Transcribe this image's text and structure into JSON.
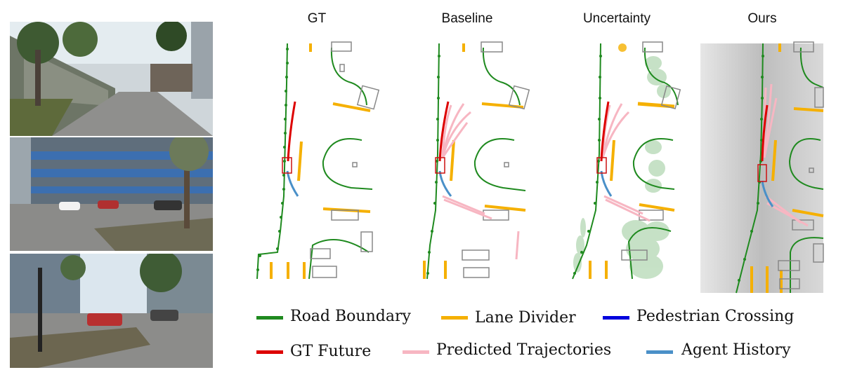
{
  "panels": {
    "gt": "GT",
    "baseline": "Baseline",
    "uncertainty": "Uncertainty",
    "ours": "Ours"
  },
  "legend": {
    "road_boundary": "Road Boundary",
    "lane_divider": "Lane Divider",
    "pedestrian_crossing": "Pedestrian Crossing",
    "gt_future": "GT Future",
    "predicted_trajectories": "Predicted Trajectories",
    "agent_history": "Agent History"
  },
  "colors": {
    "road_boundary": "#1f8a1f",
    "lane_divider": "#f5b000",
    "pedestrian_crossing": "#0000dd",
    "gt_future": "#dd0000",
    "predicted_trajectories": "#f7b6c2",
    "agent_history": "#4a90c8"
  }
}
